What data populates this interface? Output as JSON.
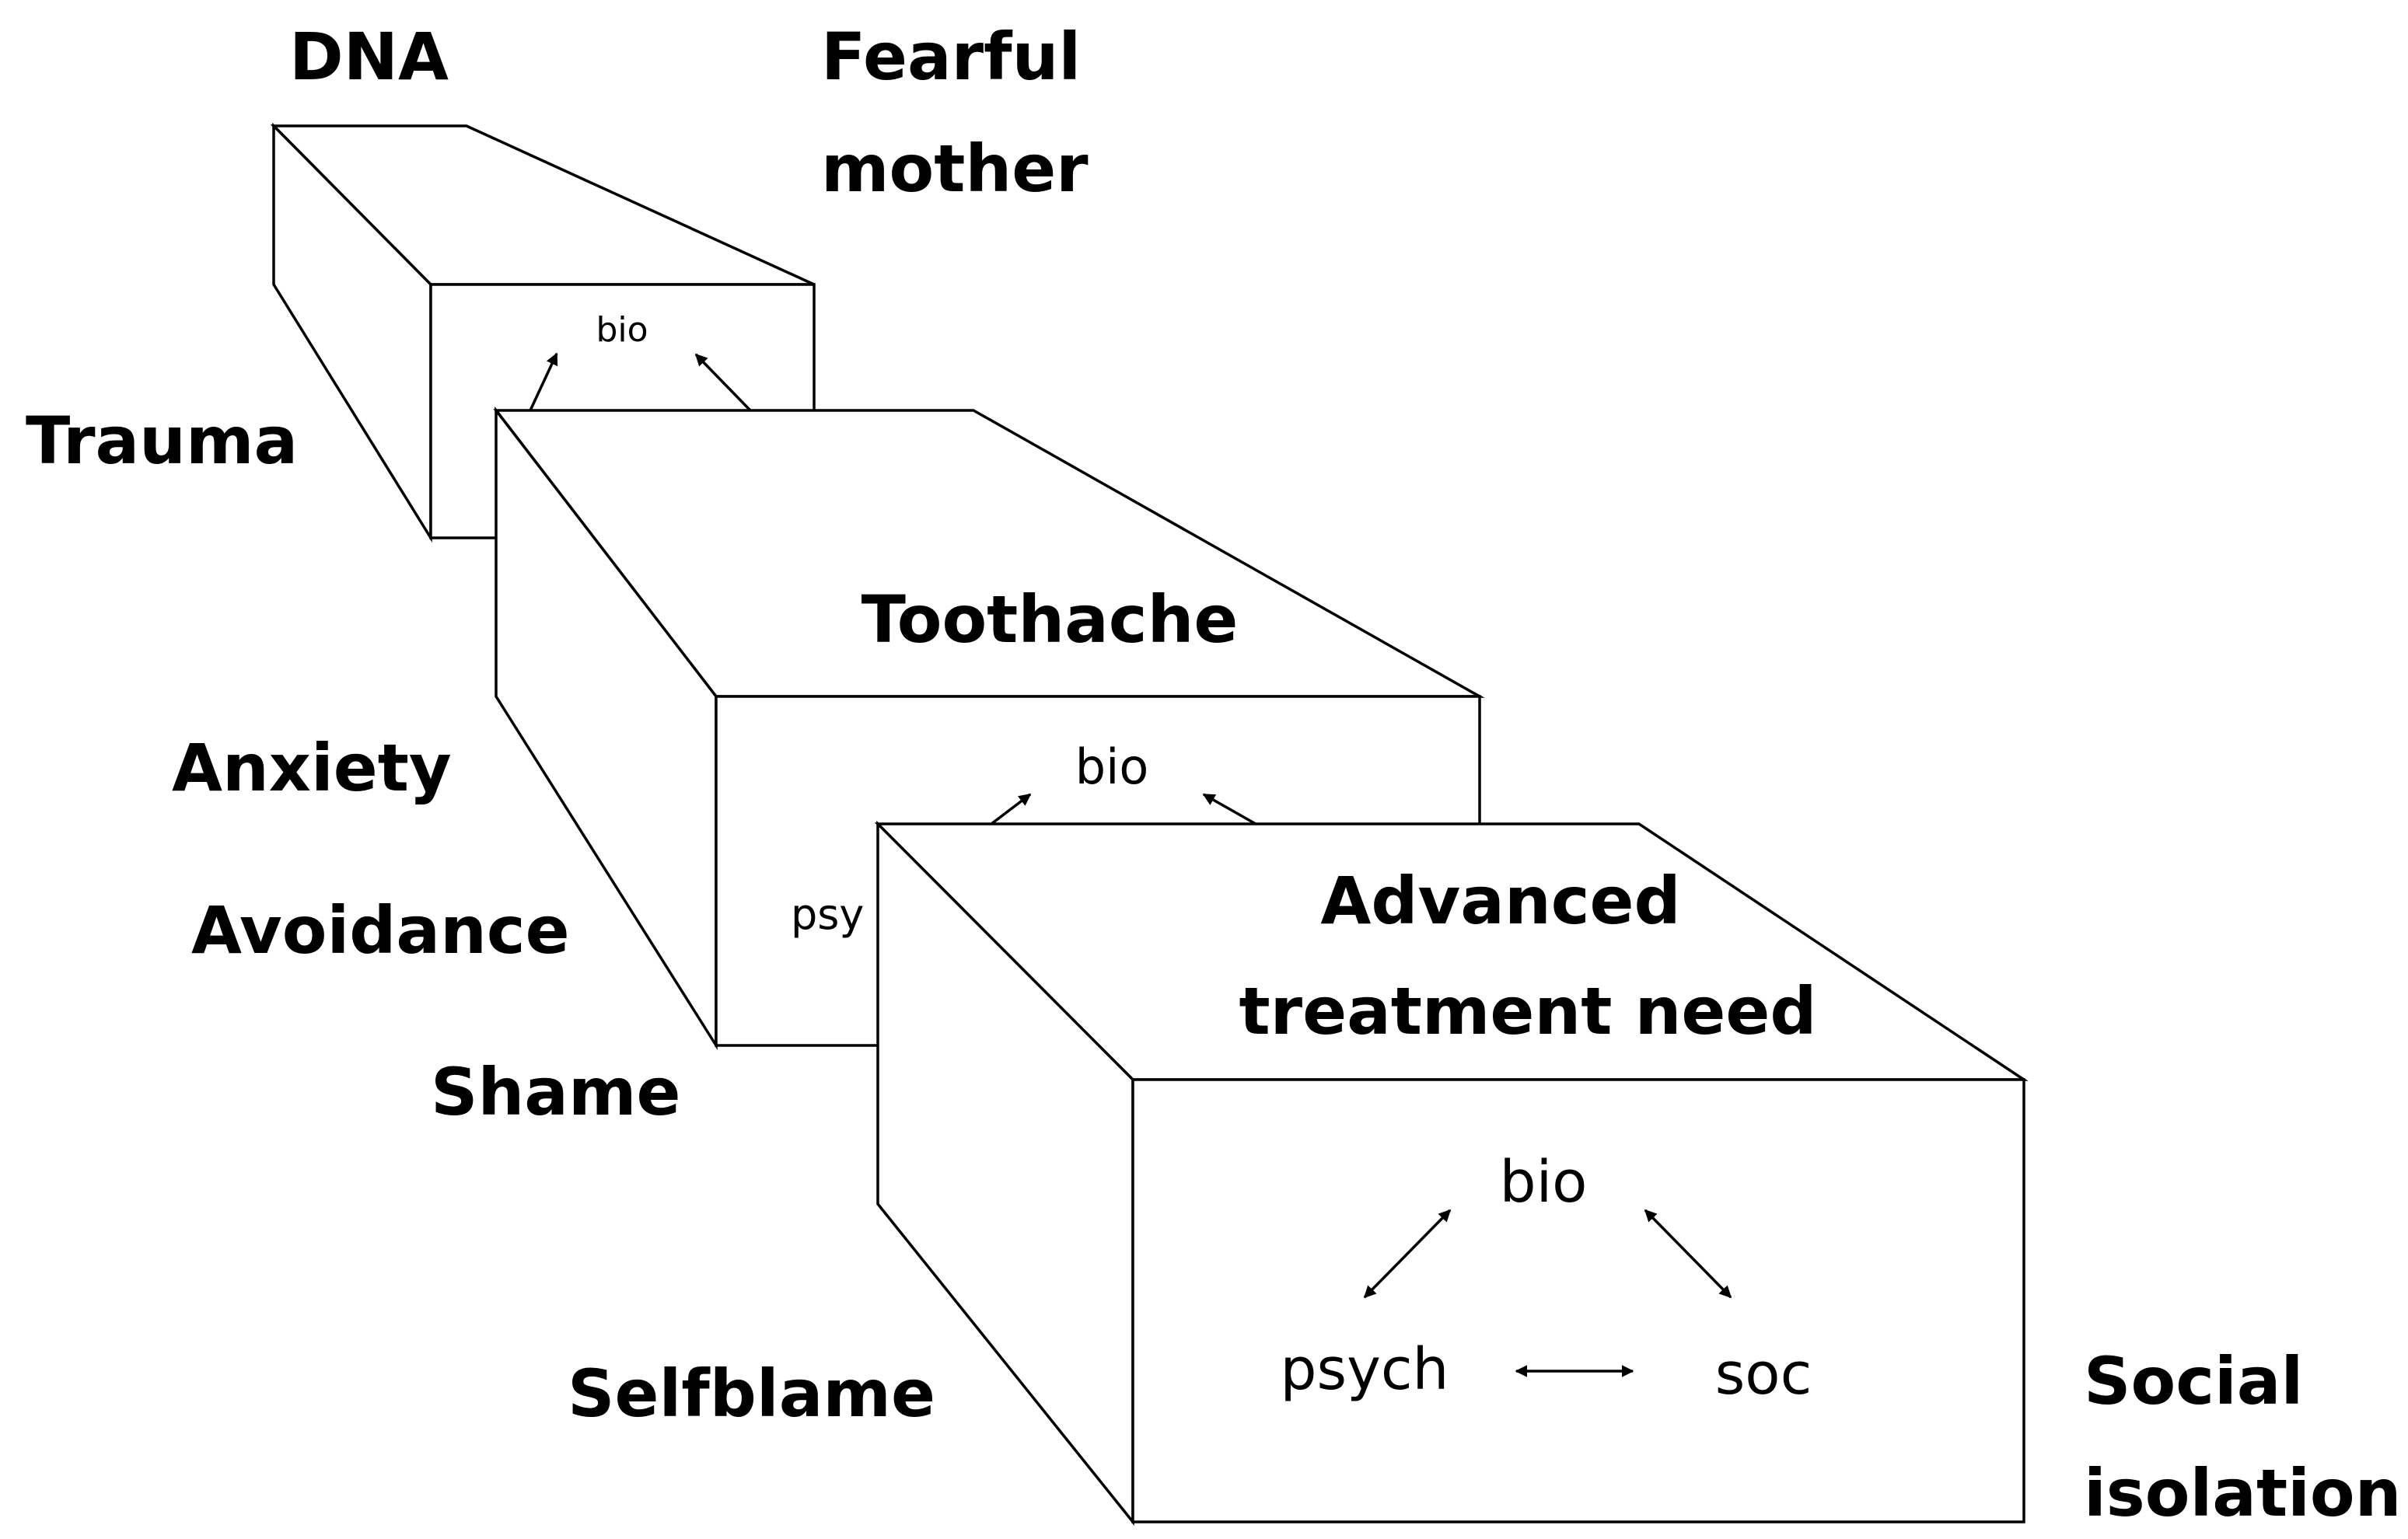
{
  "factors": {
    "dna": "DNA",
    "fearful_mother_line1": "Fearful",
    "fearful_mother_line2": "mother",
    "trauma": "Trauma",
    "anxiety": "Anxiety",
    "avoidance": "Avoidance",
    "shame": "Shame",
    "selfblame": "Selfblame",
    "social_isolation_line1": "Social",
    "social_isolation_line2": "isolation"
  },
  "stages": {
    "toothache": "Toothache",
    "advanced_line1": "Advanced",
    "advanced_line2": "treatment need"
  },
  "components": {
    "bio": "bio",
    "psy_truncated": "psy",
    "psych": "psych",
    "soc": "soc"
  }
}
